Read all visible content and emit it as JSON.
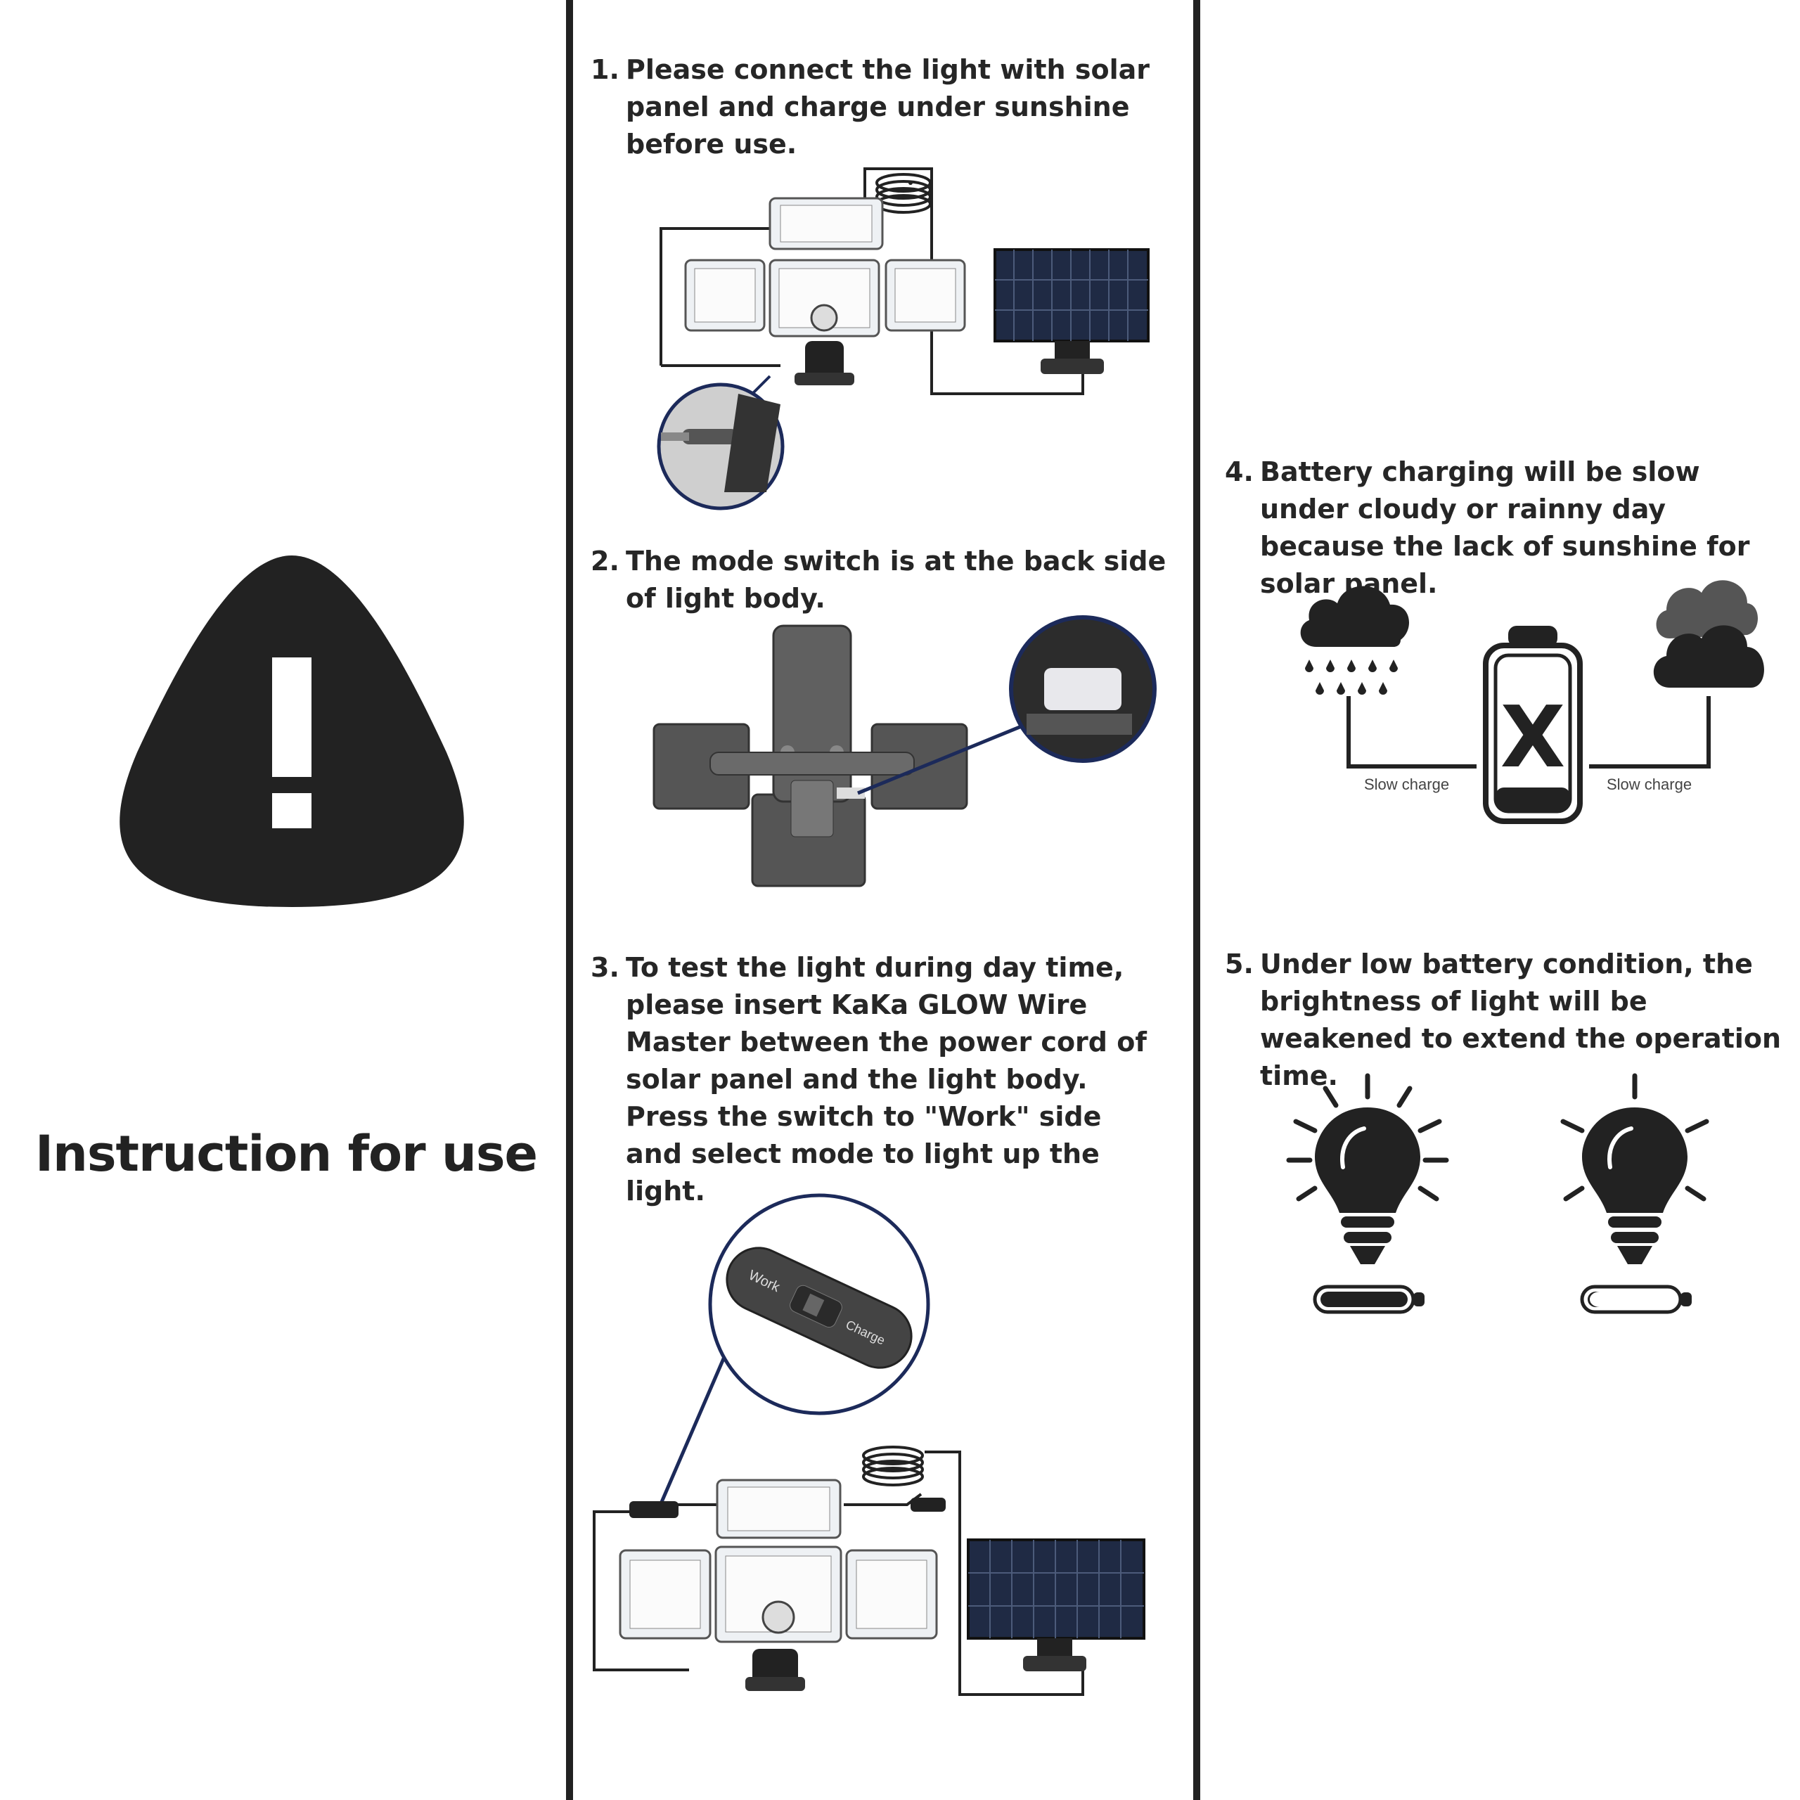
{
  "title": "Instruction for use",
  "icons": {
    "warning": "exclamation-warning-icon",
    "rain_cloud": "rain-cloud-icon",
    "cloud": "cloud-icon",
    "battery_x": "battery-x-icon",
    "bulb_bright": "bright-bulb-icon",
    "bulb_dim": "dim-bulb-icon"
  },
  "steps": [
    {
      "num": "1.",
      "text": "Please connect the light with solar panel and charge under sunshine before use."
    },
    {
      "num": "2.",
      "text": "The mode switch is at the back side of light body."
    },
    {
      "num": "3.",
      "text": "To test the light during day time, please insert KaKa GLOW Wire Master between the power cord of solar panel and the light body. Press the switch to \"Work\" side and select mode to light up the light."
    },
    {
      "num": "4.",
      "text": "Battery charging will be slow under cloudy or rainny day because the lack of sunshine for solar panel."
    },
    {
      "num": "5.",
      "text": "Under low battery condition, the brightness of light will be weakened to extend the operation time."
    }
  ],
  "charging": {
    "left_label": "Slow charge",
    "right_label": "Slow charge",
    "battery_mark": "X"
  },
  "switch": {
    "work_label": "Work",
    "charge_label": "Charge"
  },
  "colors": {
    "ink": "#222222",
    "callout_line": "#1c2a5a"
  }
}
